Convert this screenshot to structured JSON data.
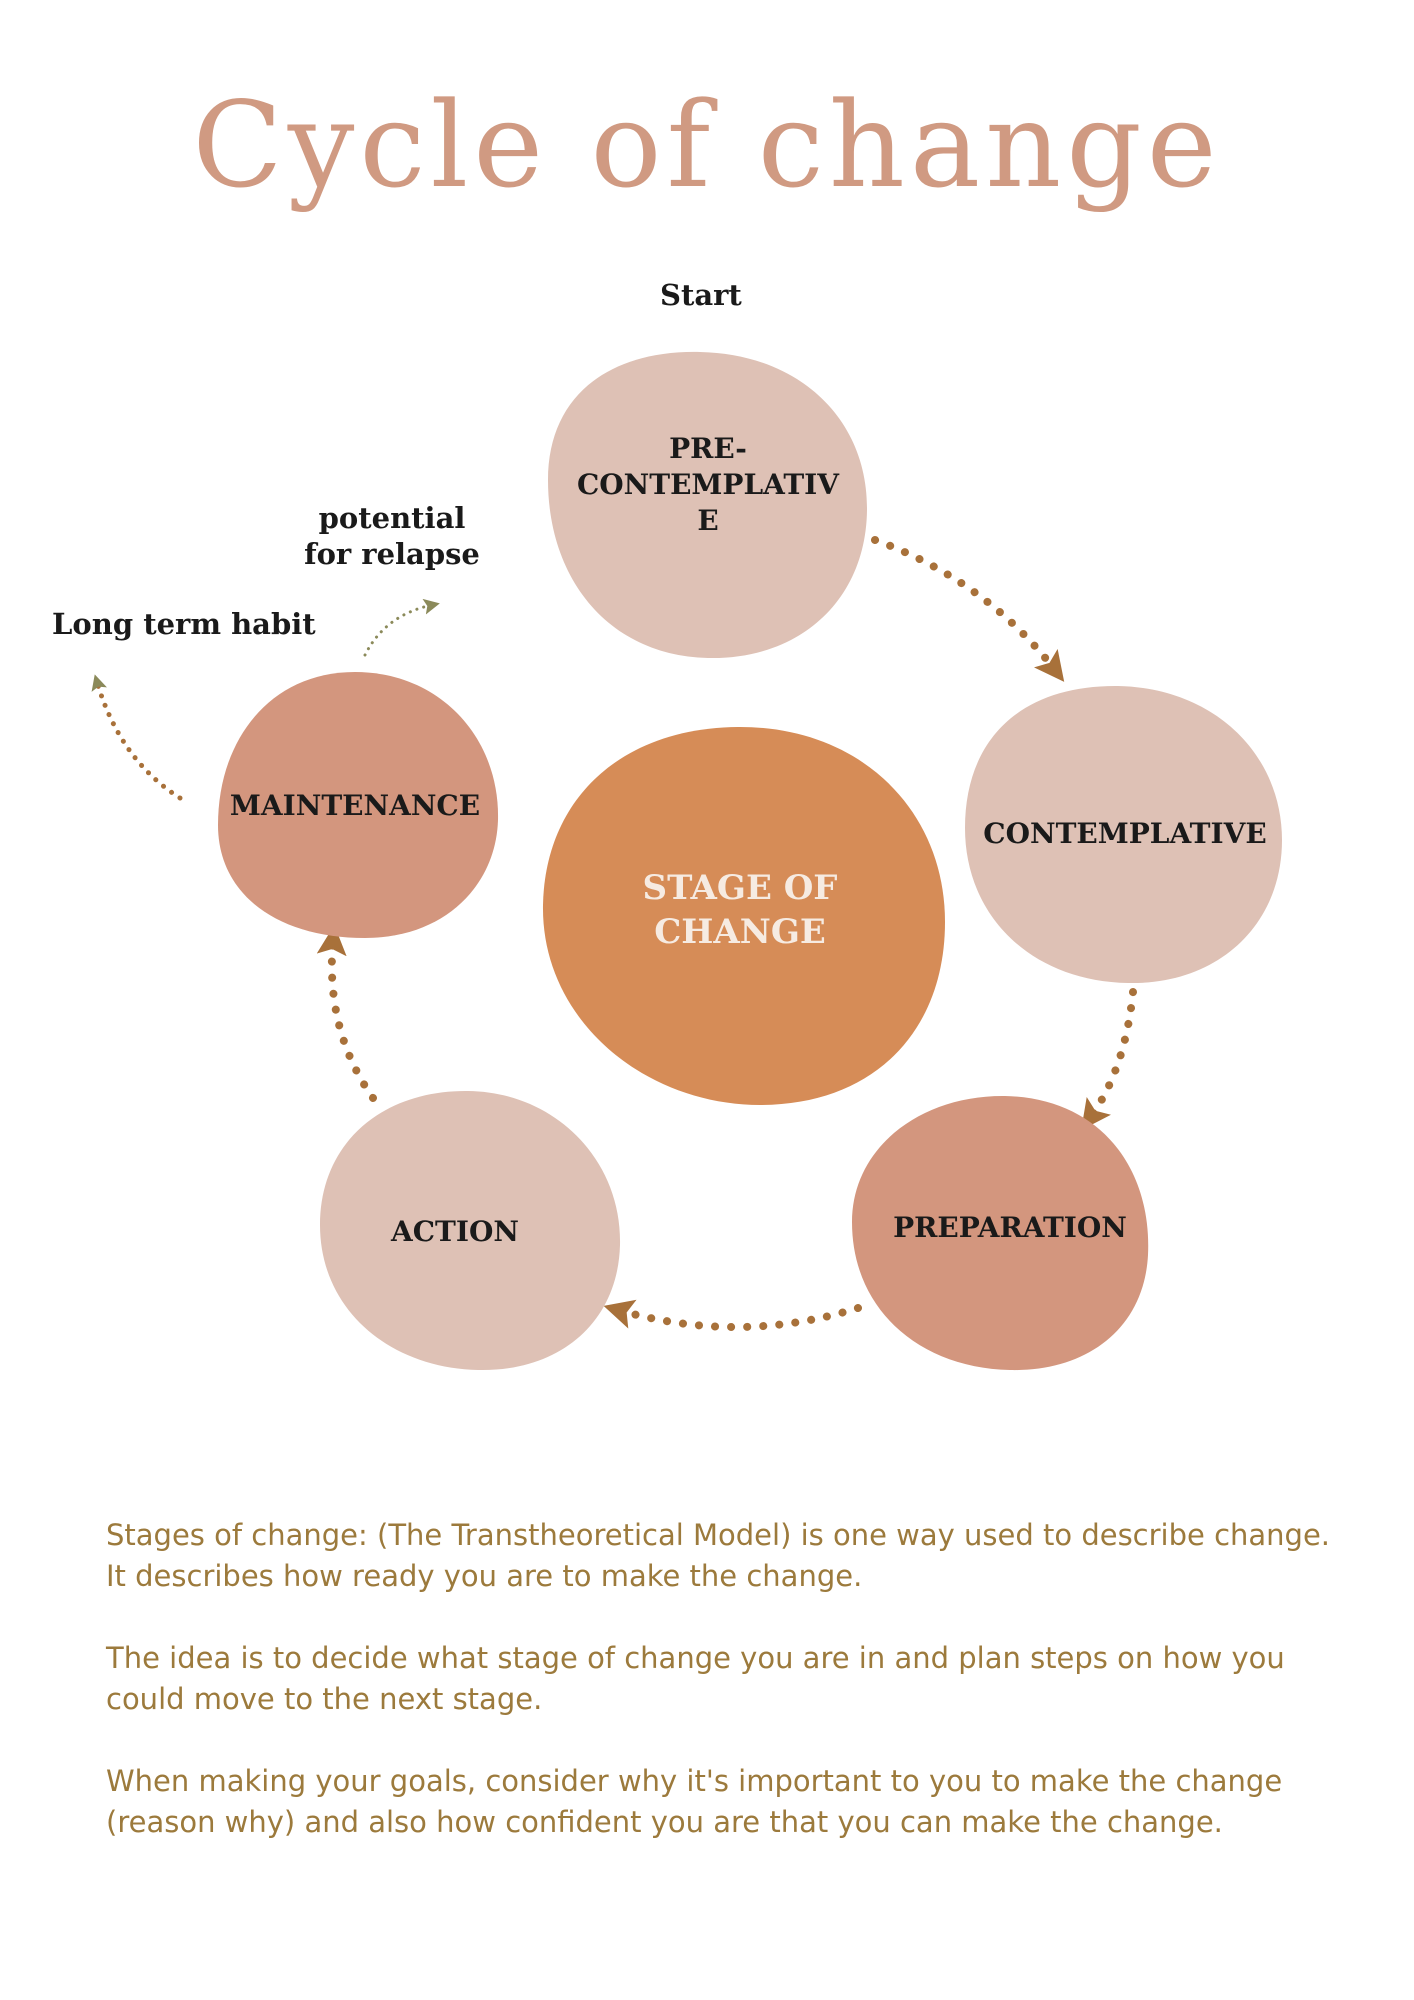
{
  "title": "Cycle of change",
  "colors": {
    "title": "#d09a82",
    "light_node": "#dec1b5",
    "dark_node": "#d3967e",
    "center_node": "#d68c57",
    "arrow": "#a8713a",
    "relapse_arrow": "#8b8a5a",
    "body_text": "#9c7a3c"
  },
  "labels": {
    "start": "Start",
    "relapse": "potential for relapse",
    "long_term": "Long term habit"
  },
  "center": {
    "label": "STAGE OF CHANGE"
  },
  "stages": [
    {
      "label": "PRE-CONTEMPLATIVE",
      "color": "light"
    },
    {
      "label": "CONTEMPLATIVE",
      "color": "light"
    },
    {
      "label": "PREPARATION",
      "color": "dark"
    },
    {
      "label": "ACTION",
      "color": "light"
    },
    {
      "label": "MAINTENANCE",
      "color": "dark"
    }
  ],
  "description": [
    "Stages of change:  (The Transtheoretical Model) is one way used to describe change. It describes how ready you are to make the change.",
    "The idea is to decide what stage of change you are in and plan steps on how you could move to the next stage.",
    "When making your goals, consider why it's important to you to make the change (reason why) and also how confident you are that you can make the change."
  ]
}
